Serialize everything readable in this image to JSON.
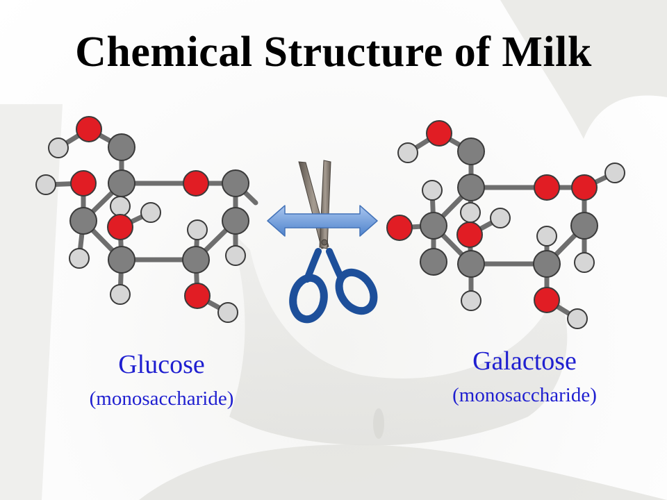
{
  "title": "Chemical Structure of Milk",
  "colors": {
    "oxygen": "#e11d24",
    "carbon": "#7f7f7f",
    "hydrogen": "#d6d6d6",
    "bond": "#6e6e6e",
    "label_text": "#1f1fd0",
    "arrow": "#6f9fdc",
    "scissor_handle": "#1d4f9a",
    "scissor_blade": "#8a8279"
  },
  "icons": [
    "double-arrow-icon",
    "scissors-icon"
  ],
  "molecules": [
    {
      "name": "Glucose",
      "kind": "(monosaccharide)"
    },
    {
      "name": "Galactose",
      "kind": "(monosaccharide)"
    }
  ]
}
